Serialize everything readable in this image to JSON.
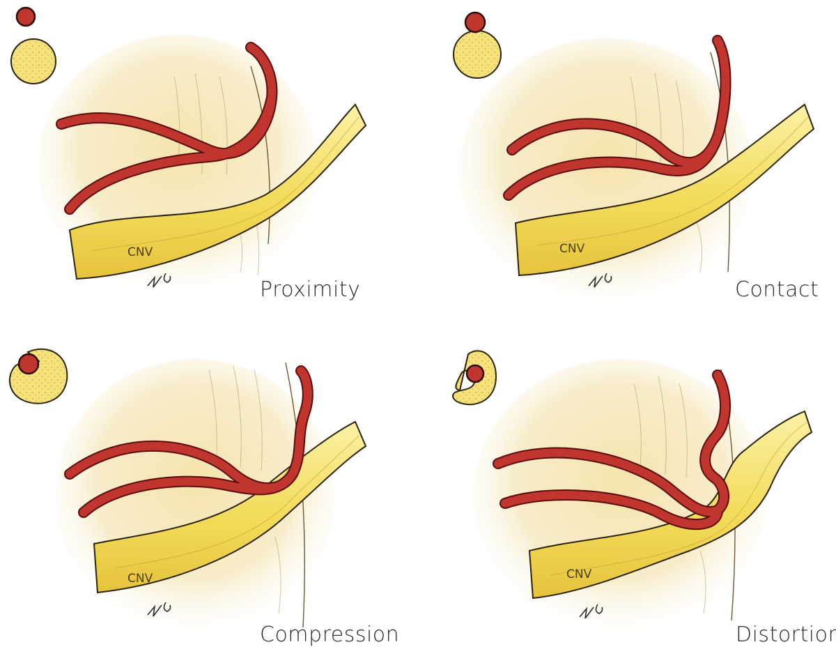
{
  "panels": [
    {
      "caption": "Proximity",
      "nerve_label": "CNV"
    },
    {
      "caption": "Contact",
      "nerve_label": "CNV"
    },
    {
      "caption": "Compression",
      "nerve_label": "CNV"
    },
    {
      "caption": "Distortion",
      "nerve_label": "CNV"
    }
  ],
  "colors": {
    "artery": "#c0352e",
    "artery_outline": "#5a0d0a",
    "nerve": "#f3dc5a",
    "nerve_highlight": "#fbf1a6",
    "nerve_outline": "#2b2208",
    "background_tissue": "#f6e8b8",
    "cross_section_nerve": "#f6e27a"
  }
}
